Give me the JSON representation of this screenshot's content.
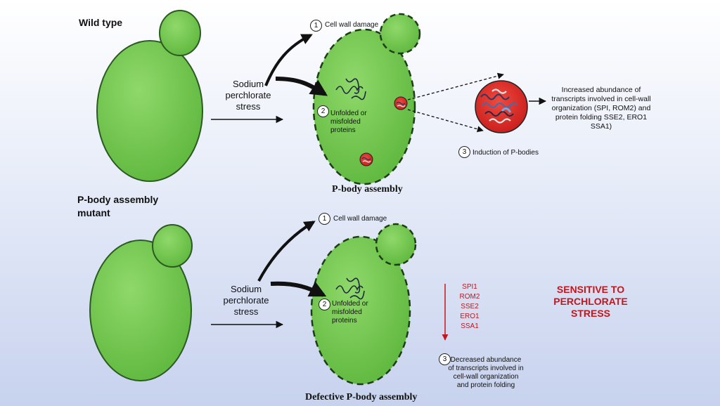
{
  "colors": {
    "cell_fill": "#6ec54a",
    "cell_stroke": "#2b5a22",
    "pbody_red": "#e0252a",
    "accent_red": "#c4161c",
    "background_top": "#ffffff",
    "background_bottom": "#c7d2ee"
  },
  "wild_type": {
    "title": "Wild type",
    "stress_label": "Sodium perchlorate stress",
    "step1_num": "1",
    "step1_text": "Cell wall damage",
    "step2_num": "2",
    "step2_text": "Unfolded or misfolded proteins",
    "step3_num": "3",
    "step3_text": "Induction of P-bodies",
    "caption": "P-body assembly",
    "outcome": "Increased abundance of transcripts involved in cell-wall organization (SPI, ROM2) and protein folding SSE2, ERO1 SSA1)"
  },
  "mutant": {
    "title": "P-body assembly mutant",
    "stress_label": "Sodium perchlorate stress",
    "step1_num": "1",
    "step1_text": "Cell wall damage",
    "step2_num": "2",
    "step2_text": "Unfolded or misfolded proteins",
    "step3_num": "3",
    "step3_text": "Decreased abundance of transcripts involved in cell-wall organization and protein folding",
    "caption": "Defective P-body assembly",
    "genes": [
      "SPI1",
      "ROM2",
      "SSE2",
      "ERO1",
      "SSA1"
    ],
    "phenotype": "SENSITIVE TO PERCHLORATE STRESS"
  }
}
